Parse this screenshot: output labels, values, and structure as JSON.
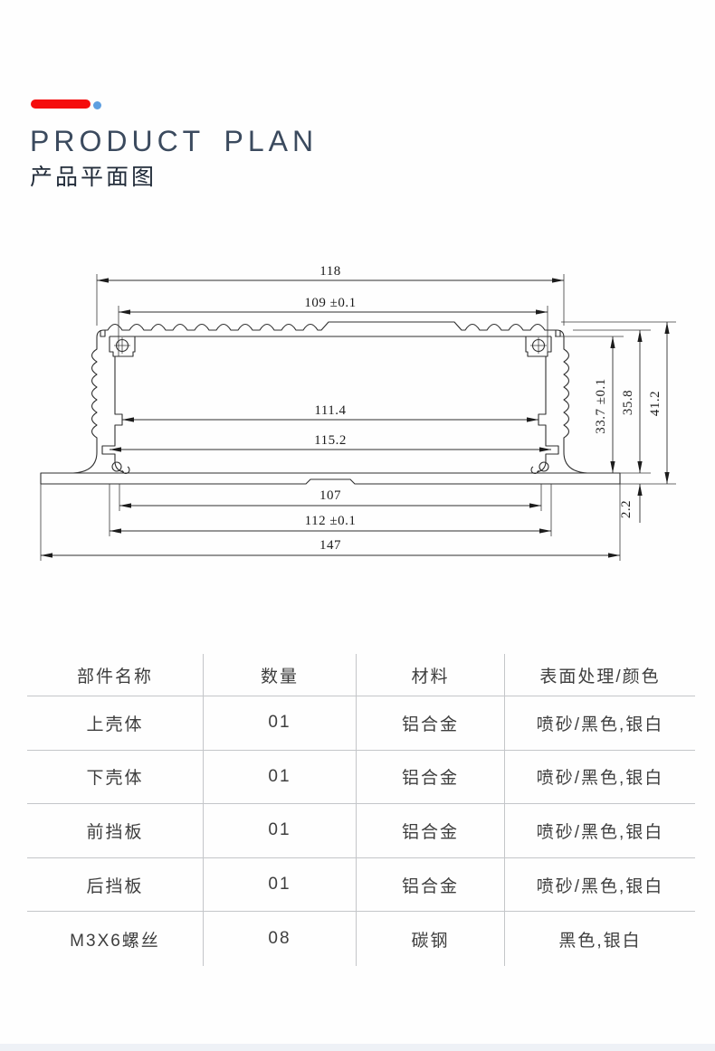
{
  "header": {
    "title": "PRODUCT PLAN",
    "subtitle": "产品平面图"
  },
  "drawing": {
    "description": "aluminum enclosure extrusion cross-section",
    "dimensions": {
      "top_width": "118",
      "top_inner_width": "109 ±0.1",
      "cavity_width": "111.4",
      "groove_width": "115.2",
      "base_inner_width": "107",
      "base_slot_width": "112 ±0.1",
      "base_width": "147",
      "cavity_height": "33.7 ±0.1",
      "shell_height": "35.8",
      "total_height": "41.2",
      "base_thickness": "2.2"
    }
  },
  "table": {
    "columns": [
      "部件名称",
      "数量",
      "材料",
      "表面处理/颜色"
    ],
    "rows": [
      {
        "name": "上壳体",
        "qty": "01",
        "material": "铝合金",
        "finish": "喷砂/黑色,银白"
      },
      {
        "name": "下壳体",
        "qty": "01",
        "material": "铝合金",
        "finish": "喷砂/黑色,银白"
      },
      {
        "name": "前挡板",
        "qty": "01",
        "material": "铝合金",
        "finish": "喷砂/黑色,银白"
      },
      {
        "name": "后挡板",
        "qty": "01",
        "material": "铝合金",
        "finish": "喷砂/黑色,银白"
      },
      {
        "name": "M3X6螺丝",
        "qty": "08",
        "material": "碳钢",
        "finish": "黑色,银白"
      }
    ]
  },
  "colors": {
    "accent_red": "#f50d0d",
    "accent_blue": "#5e9fe0",
    "bottom_strip": "#eef1f6"
  }
}
